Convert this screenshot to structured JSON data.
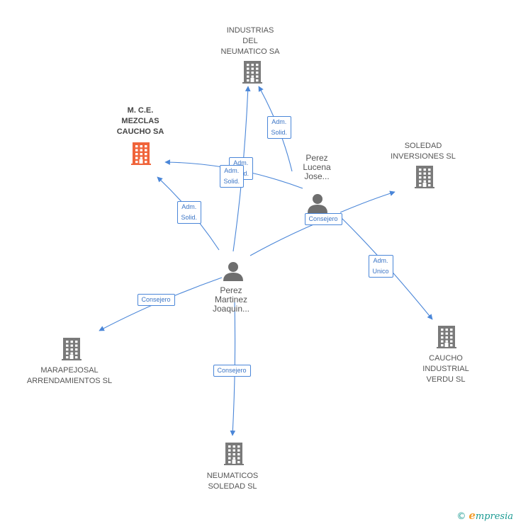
{
  "companies": [
    {
      "id": "industrias",
      "label": "INDUSTRIAS\nDEL\nNEUMATICO SA",
      "highlight": false
    },
    {
      "id": "mce",
      "label": "M. C.E.\nMEZCLAS\nCAUCHO SA",
      "highlight": true
    },
    {
      "id": "soledad_inv",
      "label": "SOLEDAD\nINVERSIONES SL",
      "highlight": false
    },
    {
      "id": "marapejosal",
      "label": "MARAPEJOSAL\nARRENDAMIENTOS SL",
      "highlight": false
    },
    {
      "id": "caucho",
      "label": "CAUCHO\nINDUSTRIAL\nVERDU SL",
      "highlight": false
    },
    {
      "id": "neumaticos",
      "label": "NEUMATICOS\nSOLEDAD SL",
      "highlight": false
    }
  ],
  "persons": [
    {
      "id": "perez_lucena",
      "label": "Perez\nLucena\nJose..."
    },
    {
      "id": "perez_martinez",
      "label": "Perez\nMartinez\nJoaquin..."
    }
  ],
  "edges": [
    {
      "from": "perez_lucena",
      "to": "industrias",
      "label": "Adm.\nSolid."
    },
    {
      "from": "perez_lucena",
      "to": "mce",
      "label": "Adm.\nSolid."
    },
    {
      "from": "perez_lucena",
      "to": "soledad_inv",
      "label": "Consejero"
    },
    {
      "from": "perez_lucena",
      "to": "caucho",
      "label": "Adm.\nUnico"
    },
    {
      "from": "perez_martinez",
      "to": "industrias",
      "label": "Adm.\nSolid."
    },
    {
      "from": "perez_martinez",
      "to": "mce",
      "label": "Adm.\nSolid."
    },
    {
      "from": "perez_martinez",
      "to": "marapejosal",
      "label": "Consejero"
    },
    {
      "from": "perez_martinez",
      "to": "neumaticos",
      "label": "Consejero"
    },
    {
      "from": "perez_martinez",
      "to": "perez_lucena",
      "label": ""
    }
  ],
  "colors": {
    "edge": "#4a86d8",
    "building": "#7a7a7a",
    "building_highlight": "#f0643a",
    "person": "#6e6e6e"
  },
  "footer": {
    "copyright": "©",
    "brand_initial": "e",
    "brand_rest": "mpresia"
  }
}
